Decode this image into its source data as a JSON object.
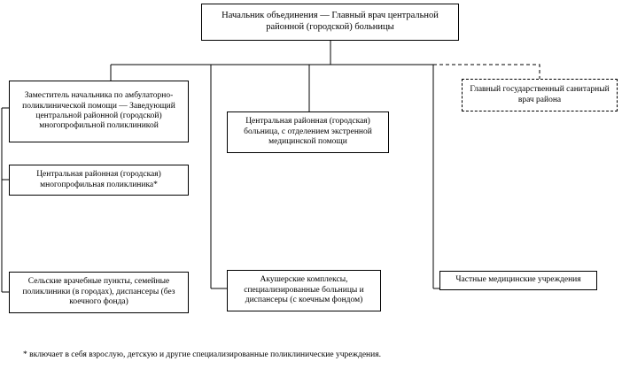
{
  "chart_data": {
    "type": "org-chart",
    "nodes": [
      {
        "id": "head",
        "label": "Начальник объединения — Главный врач центральной районной (городской) больницы"
      },
      {
        "id": "deputy",
        "label": "Заместитель начальника по амбулаторно-поликлинической помощи — Заведующий центральной районной (городской) многопрофильной поликлиникой"
      },
      {
        "id": "polyclinic",
        "label": "Центральная районная (городская) многопрофильная поликлиника*"
      },
      {
        "id": "rural",
        "label": "Сельские врачебные пункты, семейные поликлиники (в городах), диспансеры (без коечного фонда)"
      },
      {
        "id": "hospital",
        "label": "Центральная районная (городская) больница, с отделением экстренной медицинской помощи"
      },
      {
        "id": "obstetric",
        "label": "Акушерские комплексы, специализированные больницы и диспансеры (с коечным фондом)"
      },
      {
        "id": "private",
        "label": "Частные медицинские учреждения"
      },
      {
        "id": "sanitary",
        "label": "Главный государственный санитарный врач района"
      }
    ],
    "edges": [
      {
        "from": "head",
        "to": "deputy",
        "style": "solid"
      },
      {
        "from": "head",
        "to": "obstetric",
        "style": "solid"
      },
      {
        "from": "head",
        "to": "hospital",
        "style": "solid"
      },
      {
        "from": "head",
        "to": "private",
        "style": "solid"
      },
      {
        "from": "head",
        "to": "sanitary",
        "style": "dashed"
      },
      {
        "from": "deputy",
        "to": "polyclinic",
        "style": "solid"
      },
      {
        "from": "deputy",
        "to": "rural",
        "style": "solid"
      }
    ]
  },
  "footnote": "* включает в себя взрослую, детскую и другие специализированные поликлинические учреждения."
}
